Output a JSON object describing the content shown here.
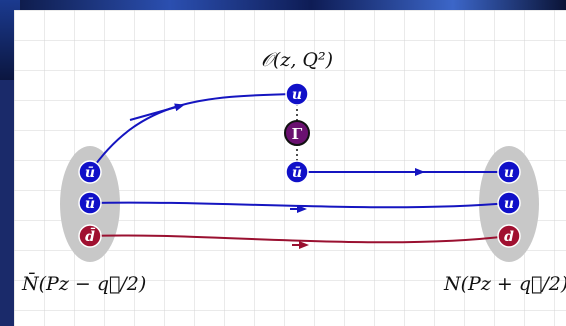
{
  "operator_label": "𝒪(z, Q²)",
  "gamma_label": "Γ",
  "left_state_label": "N̄(Pz − q⃗/2)",
  "right_state_label": "N(Pz + q⃗/2)",
  "quarks": {
    "left_top": "ū",
    "left_mid": "ū",
    "left_bot": "d̄",
    "op_top": "u",
    "op_bot": "ū",
    "right_top": "u",
    "right_mid": "u",
    "right_bot": "d"
  },
  "colors": {
    "u_quark": "#1010c8",
    "d_quark": "#a01030",
    "gamma": "#6a1070",
    "line_blue": "#1515c0",
    "line_red": "#9a1030",
    "blob": "#c8c8c8",
    "grid": "#cfcfcf"
  }
}
